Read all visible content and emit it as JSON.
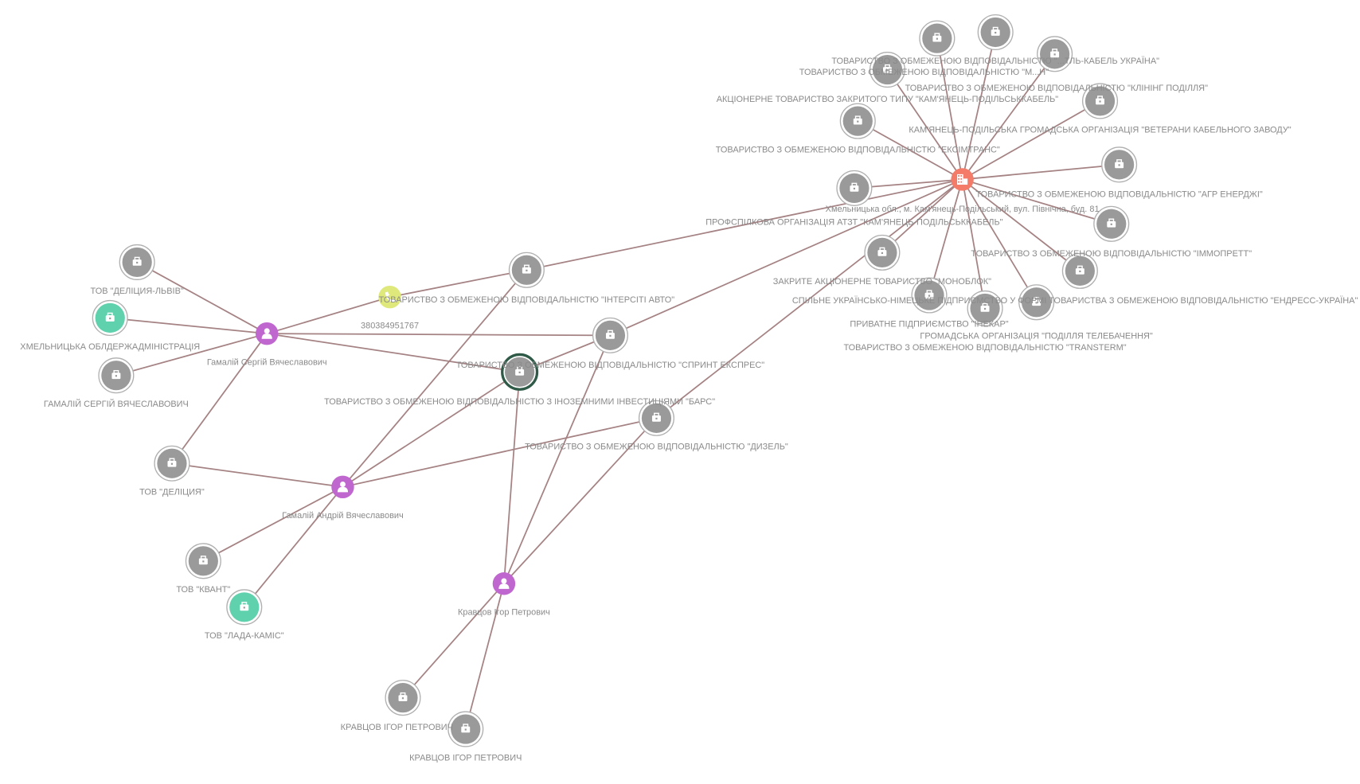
{
  "colors": {
    "edge": "#a58283",
    "company": "#9a9a9a",
    "person": "#c067cf",
    "address": "#f47b68",
    "phone": "#dfe87a",
    "government": "#5fd1ad",
    "selected_ring": "#2f5a48"
  },
  "nodes": [
    {
      "id": "hub",
      "type": "address",
      "icon": "building-icon",
      "label": "Хмельницька обл., м. Кам'янець-Подільський, вул. Північна, буд. 81"
    },
    {
      "id": "c_kabel_ua",
      "type": "company",
      "icon": "briefcase-icon",
      "label": "ТОВАРИСТВО З ОБМЕЖЕНОЮ ВІДПОВІДАЛЬНІСТЮ \"...ТЛЬ-КАБЕЛЬ УКРАЇНА\""
    },
    {
      "id": "c_m",
      "type": "company",
      "icon": "briefcase-icon",
      "label": "ТОВАРИСТВО З ОБМЕЖЕНОЮ ВІДПОВІДАЛЬНІСТЮ \"М...Н\""
    },
    {
      "id": "c_klining",
      "type": "company",
      "icon": "briefcase-icon",
      "label": "ТОВАРИСТВО З ОБМЕЖЕНОЮ ВІДПОВІДАЛЬНІСТЮ \"КЛІНІНГ ПОДІЛЛЯ\""
    },
    {
      "id": "c_atzt",
      "type": "company",
      "icon": "briefcase-icon",
      "label": "АКЦІОНЕРНЕ ТОВАРИСТВО ЗАКРИТОГО ТИПУ \"КАМ'ЯНЕЦЬ-ПОДІЛЬСЬККАБЕЛЬ\""
    },
    {
      "id": "c_veterany",
      "type": "company",
      "icon": "briefcase-icon",
      "label": "КАМ'ЯНЕЦЬ-ПОДІЛЬСЬКА ГРОМАДСЬКА ОРГАНІЗАЦІЯ \"ВЕТЕРАНИ КАБЕЛЬНОГО ЗАВОДУ\""
    },
    {
      "id": "c_eksim",
      "type": "company",
      "icon": "briefcase-icon",
      "label": "ТОВАРИСТВО З ОБМЕЖЕНОЮ ВІДПОВІДАЛЬНІСТЮ \"ЕКСІМТРАНС\""
    },
    {
      "id": "c_agr",
      "type": "company",
      "icon": "briefcase-icon",
      "label": "ТОВАРИСТВО З ОБМЕЖЕНОЮ ВІДПОВІДАЛЬНІСТЮ \"АГР ЕНЕРДЖІ\""
    },
    {
      "id": "c_profspilka",
      "type": "company",
      "icon": "briefcase-icon",
      "label": "ПРОФСПІЛКОВА ОРГАНІЗАЦІЯ АТЗТ \"КАМ'ЯНЕЦЬ-ПОДІЛЬСЬККАБЕЛЬ\""
    },
    {
      "id": "c_immo",
      "type": "company",
      "icon": "briefcase-icon",
      "label": "ТОВАРИСТВО З ОБМЕЖЕНОЮ ВІДПОВІДАЛЬНІСТЮ \"ІММОПРЕТТ\""
    },
    {
      "id": "c_monoblok",
      "type": "company",
      "icon": "briefcase-icon",
      "label": "ЗАКРИТЕ АКЦІОНЕРНЕ ТОВАРИСТВО \"МОНОБЛОК\""
    },
    {
      "id": "c_endress",
      "type": "company",
      "icon": "briefcase-icon",
      "label": "СПІЛЬНЕ УКРАЇНСЬКО-НІМЕЦЬКЕ ПІДПРИЄМСТВО У ФОРМІ ТОВАРИСТВА З ОБМЕЖЕНОЮ ВІДПОВІДАЛЬНІСТЮ \"ЕНДРЕСС-УКРАЇНА\""
    },
    {
      "id": "c_inekar",
      "type": "company",
      "icon": "briefcase-icon",
      "label": "ПРИВАТНЕ ПІДПРИЄМСТВО \"ІНЕКАР\""
    },
    {
      "id": "c_tele",
      "type": "company",
      "icon": "briefcase-icon",
      "label": "ГРОМАДСЬКА ОРГАНІЗАЦІЯ \"ПОДІЛЛЯ ТЕЛЕБАЧЕННЯ\""
    },
    {
      "id": "c_transterm",
      "type": "company",
      "icon": "briefcase-icon",
      "label": "ТОВАРИСТВО З ОБМЕЖЕНОЮ ВІДПОВІДАЛЬНІСТЮ \"TRANSTERM\""
    },
    {
      "id": "c_intersiti",
      "type": "company",
      "icon": "briefcase-icon",
      "label": "ТОВАРИСТВО З ОБМЕЖЕНОЮ ВІДПОВІДАЛЬНІСТЮ \"ІНТЕРСІТІ АВТО\""
    },
    {
      "id": "c_sprint",
      "type": "company",
      "icon": "briefcase-icon",
      "label": "ТОВАРИСТВО З ОБМЕЖЕНОЮ ВІДПОВІДАЛЬНІСТЮ \"СПРИНТ ЕКСПРЕС\""
    },
    {
      "id": "c_bars",
      "type": "company",
      "icon": "briefcase-icon",
      "selected": true,
      "label": "ТОВАРИСТВО З ОБМЕЖЕНОЮ ВІДПОВІДАЛЬНІСТЮ З ІНОЗЕМНИМИ ІНВЕСТИЦІЯМИ \"БАРС\""
    },
    {
      "id": "c_dyzel",
      "type": "company",
      "icon": "briefcase-icon",
      "label": "ТОВАРИСТВО З ОБМЕЖЕНОЮ ВІДПОВІДАЛЬНІСТЮ \"ДИЗЕЛЬ\""
    },
    {
      "id": "phone",
      "type": "phone",
      "icon": "phone-icon",
      "label": "380384951767"
    },
    {
      "id": "p_sergii",
      "type": "person",
      "icon": "person-icon",
      "label": "Гамалій Сергій Вячеславович"
    },
    {
      "id": "p_andrii",
      "type": "person",
      "icon": "person-icon",
      "label": "Гамалій Андрій Вячеславович"
    },
    {
      "id": "p_kravtsov",
      "type": "person",
      "icon": "person-icon",
      "label": "Кравцов Ігор Петрович"
    },
    {
      "id": "c_delicia_lviv",
      "type": "company",
      "icon": "briefcase-icon",
      "label": "ТОВ \"ДЕЛІЦИЯ-ЛЬВІВ\""
    },
    {
      "id": "g_oblderzh",
      "type": "government",
      "icon": "briefcase-icon",
      "label": "ХМЕЛЬНИЦЬКА ОБЛДЕРЖАДМІНІСТРАЦІЯ"
    },
    {
      "id": "c_gamalii",
      "type": "company",
      "icon": "briefcase-icon",
      "label": "ГАМАЛІЙ СЕРГІЙ ВЯЧЕСЛАВОВИЧ"
    },
    {
      "id": "c_delicia",
      "type": "company",
      "icon": "briefcase-icon",
      "label": "ТОВ \"ДЕЛІЦИЯ\""
    },
    {
      "id": "c_kvant",
      "type": "company",
      "icon": "briefcase-icon",
      "label": "ТОВ \"КВАНТ\""
    },
    {
      "id": "g_lada",
      "type": "government",
      "icon": "briefcase-icon",
      "label": "ТОВ \"ЛАДА-КАМІС\""
    },
    {
      "id": "c_kravtsov1",
      "type": "company",
      "icon": "briefcase-icon",
      "label": "КРАВЦОВ ІГОР ПЕТРОВИЧ"
    },
    {
      "id": "c_kravtsov2",
      "type": "company",
      "icon": "briefcase-icon",
      "label": "КРАВЦОВ ІГОР ПЕТРОВИЧ"
    }
  ],
  "edges": [
    [
      "hub",
      "c_kabel_ua"
    ],
    [
      "hub",
      "c_m"
    ],
    [
      "hub",
      "c_klining"
    ],
    [
      "hub",
      "c_atzt"
    ],
    [
      "hub",
      "c_veterany"
    ],
    [
      "hub",
      "c_eksim"
    ],
    [
      "hub",
      "c_agr"
    ],
    [
      "hub",
      "c_profspilka"
    ],
    [
      "hub",
      "c_immo"
    ],
    [
      "hub",
      "c_monoblok"
    ],
    [
      "hub",
      "c_endress"
    ],
    [
      "hub",
      "c_inekar"
    ],
    [
      "hub",
      "c_tele"
    ],
    [
      "hub",
      "c_transterm"
    ],
    [
      "hub",
      "c_intersiti"
    ],
    [
      "hub",
      "c_sprint"
    ],
    [
      "hub",
      "c_dyzel"
    ],
    [
      "p_sergii",
      "c_delicia_lviv"
    ],
    [
      "p_sergii",
      "g_oblderzh"
    ],
    [
      "p_sergii",
      "c_gamalii"
    ],
    [
      "p_sergii",
      "c_delicia"
    ],
    [
      "p_sergii",
      "phone"
    ],
    [
      "p_sergii",
      "c_sprint"
    ],
    [
      "p_sergii",
      "c_bars"
    ],
    [
      "phone",
      "c_intersiti"
    ],
    [
      "c_intersiti",
      "p_andrii"
    ],
    [
      "c_sprint",
      "c_bars"
    ],
    [
      "c_sprint",
      "p_kravtsov"
    ],
    [
      "c_bars",
      "p_andrii"
    ],
    [
      "c_bars",
      "p_kravtsov"
    ],
    [
      "c_dyzel",
      "p_andrii"
    ],
    [
      "c_dyzel",
      "p_kravtsov"
    ],
    [
      "p_andrii",
      "c_delicia"
    ],
    [
      "p_andrii",
      "c_kvant"
    ],
    [
      "p_andrii",
      "g_lada"
    ],
    [
      "p_kravtsov",
      "c_kravtsov1"
    ],
    [
      "p_kravtsov",
      "c_kravtsov2"
    ]
  ]
}
